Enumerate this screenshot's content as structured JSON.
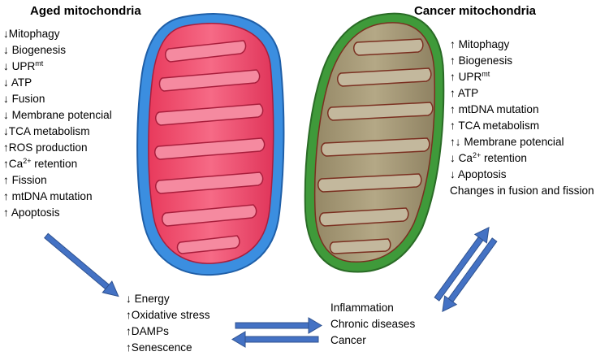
{
  "aged": {
    "title": "Aged mitochondria",
    "items": [
      {
        "arrow": "↓",
        "text": "Mitophagy",
        "sup": ""
      },
      {
        "arrow": "↓",
        "text": " Biogenesis",
        "sup": ""
      },
      {
        "arrow": "↓",
        "text": " UPR",
        "sup": "mt"
      },
      {
        "arrow": "↓",
        "text": " ATP",
        "sup": ""
      },
      {
        "arrow": "↓",
        "text": " Fusion",
        "sup": ""
      },
      {
        "arrow": "↓",
        "text": " Membrane potencial",
        "sup": ""
      },
      {
        "arrow": "↓",
        "text": "TCA metabolism",
        "sup": ""
      },
      {
        "arrow": "↑",
        "text": "ROS production",
        "sup": ""
      },
      {
        "arrow": "↑",
        "text": "Ca",
        "sup": "2+",
        "after": " retention"
      },
      {
        "arrow": "↑",
        "text": " Fission",
        "sup": ""
      },
      {
        "arrow": "↑",
        "text": " mtDNA mutation",
        "sup": ""
      },
      {
        "arrow": "↑",
        "text": " Apoptosis",
        "sup": ""
      }
    ]
  },
  "cancer": {
    "title": "Cancer mitochondria",
    "items": [
      {
        "arrow": "↑",
        "text": " Mitophagy",
        "sup": ""
      },
      {
        "arrow": "↑",
        "text": " Biogenesis",
        "sup": ""
      },
      {
        "arrow": "↑",
        "text": " UPR",
        "sup": "mt"
      },
      {
        "arrow": "↑",
        "text": " ATP",
        "sup": ""
      },
      {
        "arrow": "↑",
        "text": " mtDNA mutation",
        "sup": ""
      },
      {
        "arrow": "↑",
        "text": " TCA metabolism",
        "sup": ""
      },
      {
        "arrow": "↑↓",
        "text": " Membrane potencial",
        "sup": ""
      },
      {
        "arrow": "↓",
        "text": " Ca",
        "sup": "2+",
        "after": " retention"
      },
      {
        "arrow": "↓",
        "text": " Apoptosis",
        "sup": ""
      },
      {
        "arrow": "",
        "text": "Changes in fusion and fission",
        "sup": ""
      }
    ]
  },
  "consequences": [
    {
      "arrow": "↓",
      "text": " Energy"
    },
    {
      "arrow": "↑",
      "text": "Oxidative stress"
    },
    {
      "arrow": "↑",
      "text": "DAMPs"
    },
    {
      "arrow": "↑",
      "text": "Senescence"
    }
  ],
  "outcomes": [
    "Inflammation",
    "Chronic diseases",
    "Cancer"
  ],
  "colors": {
    "aged_outer": "#3b8ee0",
    "aged_inner": "#f0506e",
    "aged_cristae": "#f58aa0",
    "cancer_outer": "#3f9a3a",
    "cancer_inner": "#a79a79",
    "cancer_cristae": "#c3b89d",
    "arrow": "#4472c4"
  }
}
